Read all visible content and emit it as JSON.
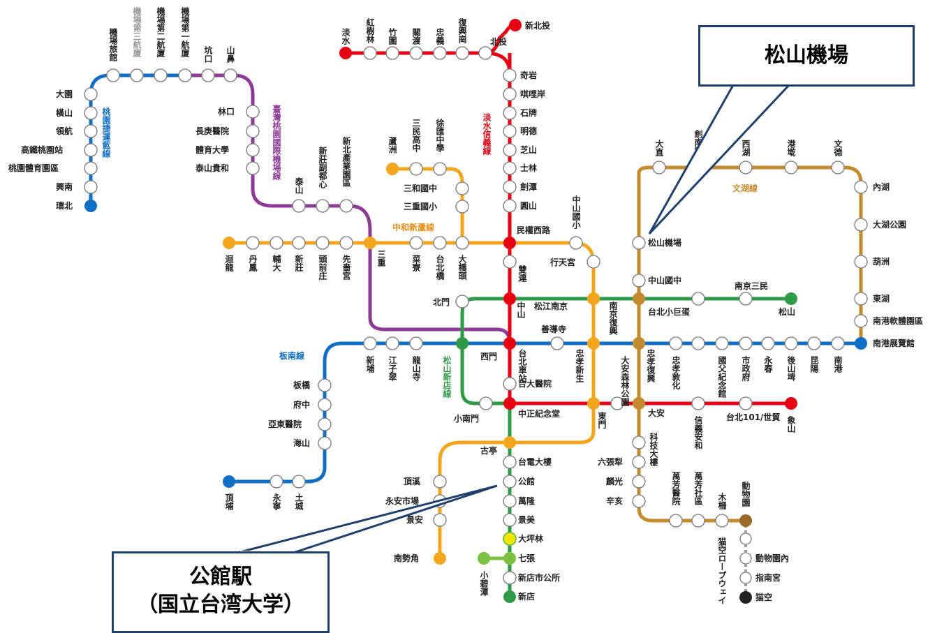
{
  "callouts": {
    "airport": "松山機場",
    "gongguan_line1": "公館駅",
    "gongguan_line2": "（国立台湾大学）"
  },
  "colors": {
    "red": "#e60012",
    "green": "#2e9a48",
    "orange": "#f3a51d",
    "blue": "#0f6fc6",
    "brown": "#c48a2e",
    "purple": "#8e3a97",
    "lightgreen": "#7dc142",
    "yellow": "#f2e600",
    "black": "#222222",
    "callout_border": "#1f3f6e"
  },
  "line_names": {
    "tamsui_xinyi": "淡水信義線",
    "taoyuan_mrt": "桃園捷運藍線",
    "airport_mrt": "臺灣桃園國際機場線",
    "zhonghe_xinlu": "中和新蘆線",
    "wenhu": "文湖線",
    "songshan_xindian": "松山新店線",
    "bannan": "板南線"
  },
  "stations": {
    "tamsui": "淡水",
    "hongshulin": "紅樹林",
    "zhuwei": "竹圍",
    "guandu": "關渡",
    "zhongyi": "忠義",
    "fuxinggang": "復興崗",
    "beitou": "北投",
    "xinbeitou": "新北投",
    "qiyan": "奇岩",
    "qilian": "唭哩岸",
    "shipai": "石牌",
    "mingde": "明德",
    "zhishan": "芝山",
    "shilin": "士林",
    "jiantan": "劍潭",
    "yuanshan": "圓山",
    "minquan_w": "民權西路",
    "shuanglian": "雙連",
    "zhongshan": "中山",
    "taipei_main": "台北車站",
    "ntuh": "台大醫院",
    "ckshm": "中正紀念堂",
    "dongmen": "東門",
    "daan": "大安",
    "xinyi_anhe": "信義安和",
    "taipei101": "台北101/世貿",
    "xiangshan": "象山",
    "airport_hotel": "機場旅館",
    "t3": "機場第三航廈",
    "t2": "機場第二航廈",
    "t1": "機場第一航廈",
    "kengkou": "坑口",
    "shanbi": "山鼻",
    "linkou": "林口",
    "cgmh": "長庚醫院",
    "nsu": "體育大學",
    "taishan_guihe": "泰山貴和",
    "taishan": "泰山",
    "xinzhuang_fu": "新莊副都心",
    "xinbei_ind": "新北產業園區",
    "sanchong": "三重",
    "dayuan": "大園",
    "hengshan": "橫山",
    "linghang": "領航",
    "hsr_taoyuan": "高鐵桃園站",
    "taoyuan_sports": "桃園體育園區",
    "xingnan": "興南",
    "huanbei": "環北",
    "luzhou": "蘆洲",
    "sanmin_hs": "三民高中",
    "xuhui_hs": "徐匯中學",
    "sanhe_js": "三和國中",
    "sanchong_es": "三重國小",
    "huilong": "迴龍",
    "danfeng": "丹鳳",
    "fu_jen": "輔大",
    "xinzhuang": "新莊",
    "touqianzhuang": "頭前庄",
    "xianse_temple": "先嗇宮",
    "caicuo": "菜寮",
    "taipei_bridge": "台北橋",
    "daqiaotou": "大橋頭",
    "zhongshan_es": "中山國小",
    "xingtian_temple": "行天宮",
    "songjiang_nanjing": "松江南京",
    "nanjing_fuxing": "南京復興",
    "zhongxiao_xinsheng": "忠孝新生",
    "guting": "古亭",
    "dingxi": "頂溪",
    "yongan_market": "永安市場",
    "jingan": "景安",
    "nanshijiao": "南勢角",
    "dahu": "大直",
    "jiannan": "劍南路",
    "xihu": "西湖",
    "gangqian": "港墘",
    "wende": "文德",
    "neihu": "內湖",
    "dahu_park": "大湖公園",
    "huzhou": "葫洲",
    "donghu": "東湖",
    "nangang_soft": "南港軟體園區",
    "nangang_exh": "南港展覽館",
    "songshan_airport": "松山機場",
    "zhongshan_jh": "中山國中",
    "zhongxiao_fuxing": "忠孝復興",
    "daan_park": "大安森林公園",
    "technology_bldg": "科技大樓",
    "liuzhangli": "六張犁",
    "linguang": "麟光",
    "xinhai": "辛亥",
    "wanfang_hosp": "萬芳醫院",
    "wanfang_comm": "萬芳社區",
    "muzha": "木柵",
    "taipei_zoo": "動物園",
    "wenhu_label": "文湖線",
    "songshan": "松山",
    "nanjing_sanmin": "南京三民",
    "taipei_arena": "台北小巨蛋",
    "beimen": "北門",
    "ximen": "西門",
    "xiaonanmen": "小南門",
    "taipower": "台電大樓",
    "gongguan": "公館",
    "wanlong": "萬隆",
    "jingmei": "景美",
    "dapinglin": "大坪林",
    "qizhang": "七張",
    "xiaobitan": "小碧潭",
    "xindian_office": "新店市公所",
    "xindian": "新店",
    "bannan_label": "板南線",
    "banqiao": "板橋",
    "fuzhong": "府中",
    "femh": "亞東醫院",
    "haishan": "海山",
    "dingpu": "頂埔",
    "yongning": "永寧",
    "tucheng": "土城",
    "xinpu": "新埔",
    "jiangzicui": "江子翠",
    "longshan": "龍山寺",
    "shandao": "善導寺",
    "zhongxiao_dunhua": "忠孝敦化",
    "sun_yatsen": "國父紀念館",
    "city_hall": "市政府",
    "yongchun": "永春",
    "houshanpi": "後山埤",
    "kunyang": "昆陽",
    "nangang": "南港",
    "zoo_south": "動物園內",
    "zhinan": "指南宮",
    "maokong": "猫空",
    "maokong_gondola": "猫空ロープウェイ"
  }
}
